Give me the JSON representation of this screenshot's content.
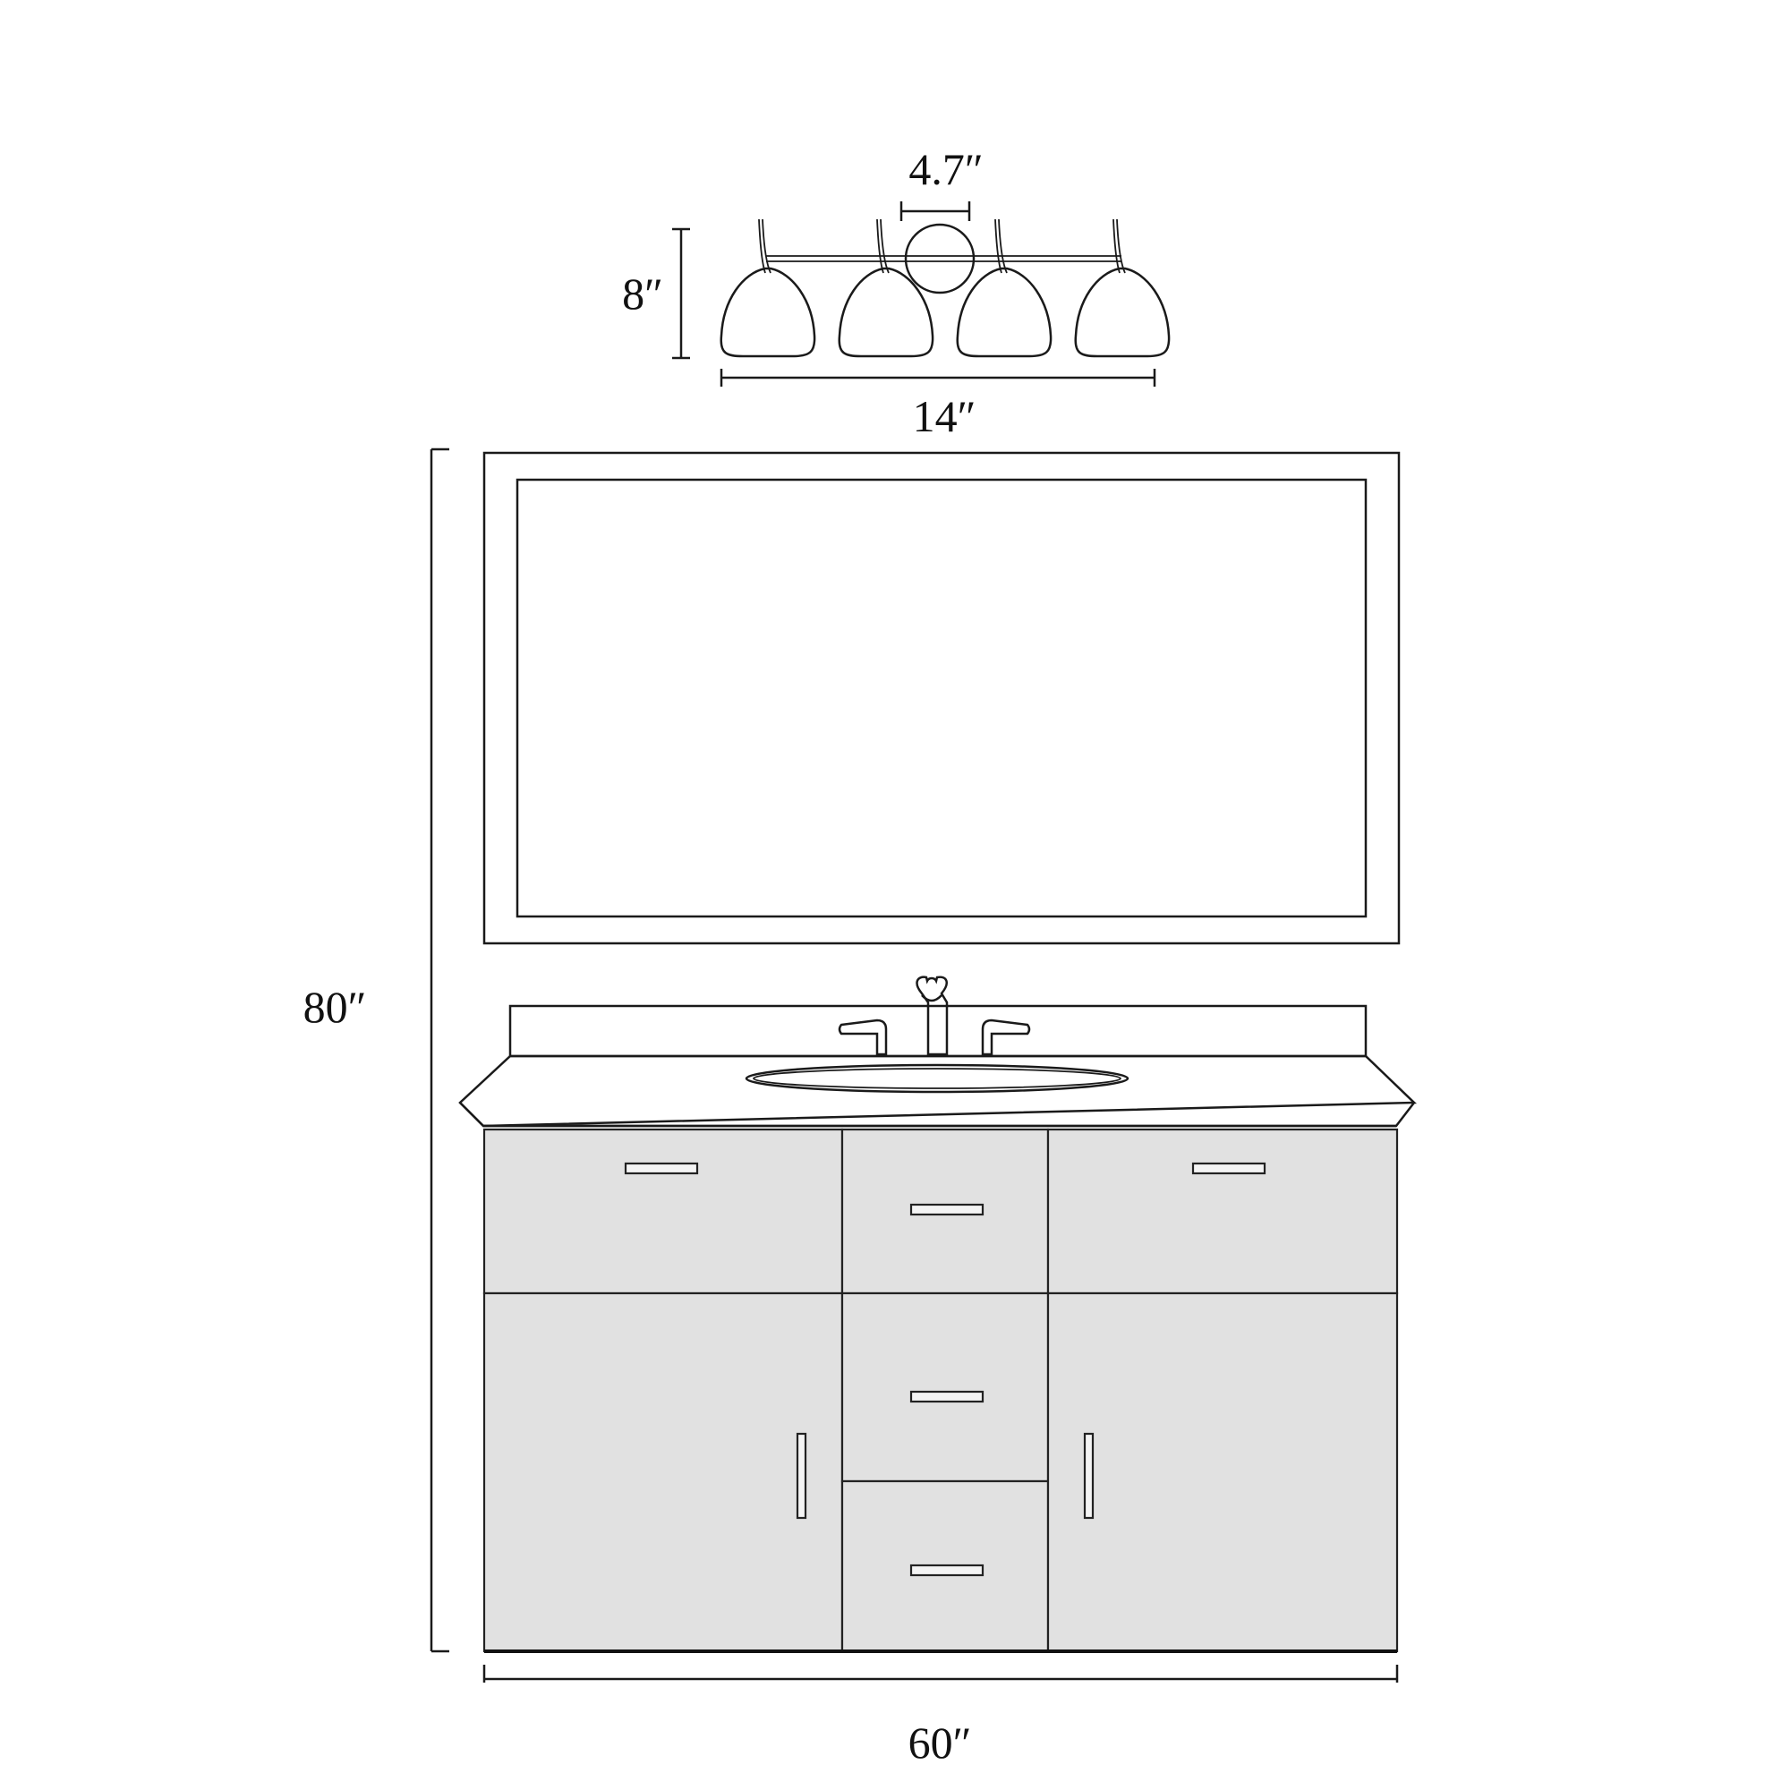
{
  "dimensions": {
    "fixture_shade_spacing": "4.7″",
    "fixture_height": "8″",
    "fixture_width": "14″",
    "overall_height": "80″",
    "vanity_width": "60″"
  },
  "colors": {
    "line": "#1a1a1a",
    "cabinet_fill": "#e1e1e1",
    "background": "#ffffff"
  }
}
